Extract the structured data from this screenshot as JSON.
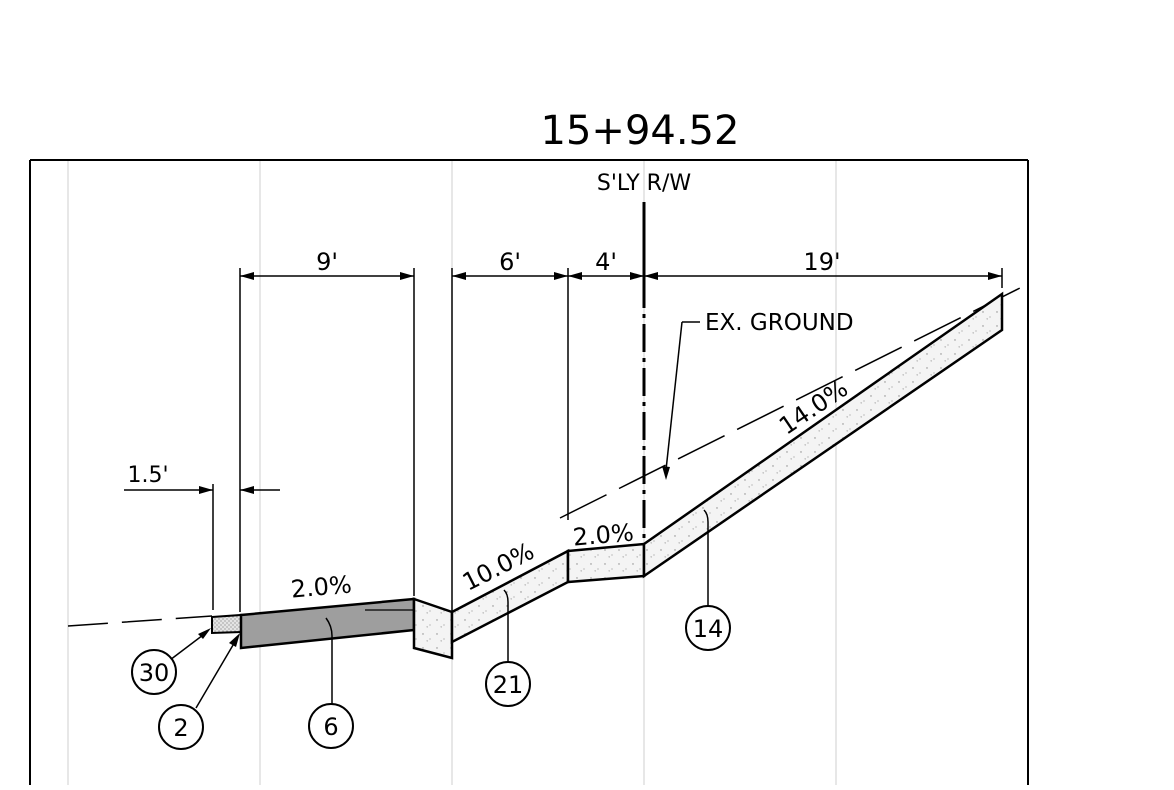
{
  "station": "15+94.52",
  "rw_label": "S'LY R/W",
  "dimensions": {
    "curb_offset": "1.5'",
    "top_1": "9'",
    "top_2": "6'",
    "top_3": "4'",
    "top_4": "19'"
  },
  "slopes": {
    "pavement": "2.0%",
    "slope_a": "10.0%",
    "slope_b": "2.0%",
    "slope_c": "14.0%"
  },
  "callout_label": "EX. GROUND",
  "callouts": [
    "30",
    "2",
    "6",
    "21",
    "14"
  ],
  "colors": {
    "line": "#000000",
    "grid": "#cfcfcf",
    "pavement_fill": "#9e9e9e",
    "concrete_fill": "#f4f4f4",
    "curb_fill": "#d0d0d0"
  }
}
